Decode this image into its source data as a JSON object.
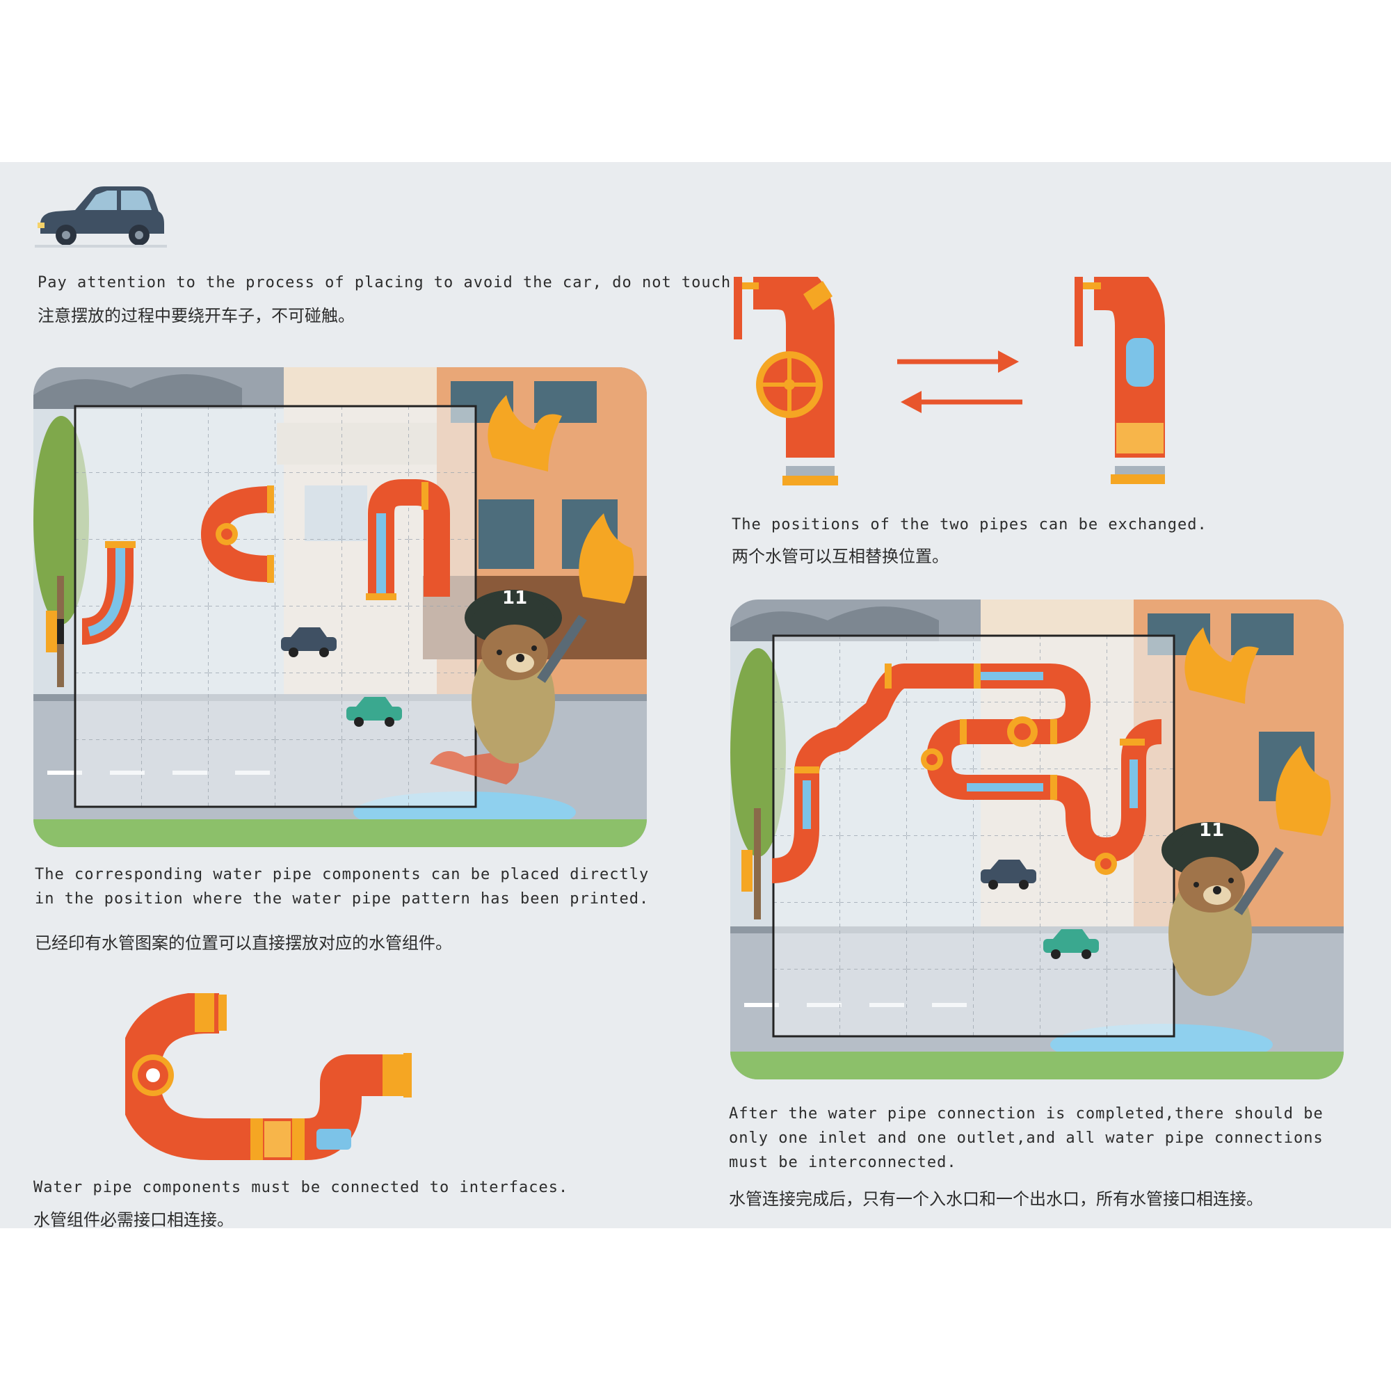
{
  "intro": {
    "en": "Pay attention to the process of placing to avoid the car, do not touch.",
    "cn": "注意摆放的过程中要绕开车子，不可碰触。"
  },
  "exchange": {
    "en": "The positions of the two pipes can be exchanged.",
    "cn": "两个水管可以互相替换位置。"
  },
  "printed": {
    "en": "The corresponding water pipe components can be placed directly in the position where the water pipe pattern has been printed.",
    "cn": "已经印有水管图案的位置可以直接摆放对应的水管组件。"
  },
  "interfaces": {
    "en": "Water pipe components must be connected to interfaces.",
    "cn": "水管组件必需接口相连接。"
  },
  "completed": {
    "en": "After the water pipe connection is completed,there should be only one inlet and one outlet,and all water pipe connections must be interconnected.",
    "cn": "水管连接完成后，只有一个入水口和一个出水口，所有水管接口相连接。"
  },
  "firefighter_helmet_number": "11",
  "colors": {
    "pipe": "#e8552c",
    "joint": "#f5a623",
    "water": "#7cc3e8",
    "board_frame": "#222222",
    "sheet": "#e9ecef"
  },
  "icons": [
    "car-icon",
    "double-arrow-icon",
    "valve-icon"
  ]
}
